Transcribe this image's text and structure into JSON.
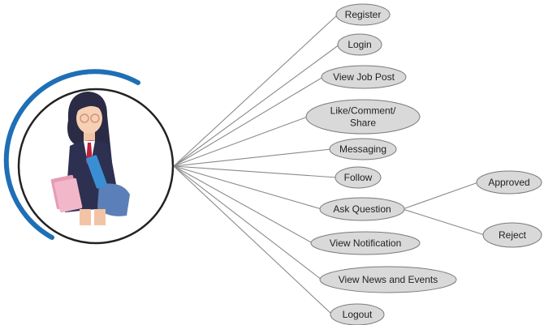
{
  "actor": {
    "figure": "student-girl-with-books-icon"
  },
  "use_cases": [
    {
      "id": "register",
      "lines": [
        "Register"
      ]
    },
    {
      "id": "login",
      "lines": [
        "Login"
      ]
    },
    {
      "id": "view-job-post",
      "lines": [
        "View Job Post"
      ]
    },
    {
      "id": "like-comment-share",
      "lines": [
        "Like/Comment/",
        "Share"
      ]
    },
    {
      "id": "messaging",
      "lines": [
        "Messaging"
      ]
    },
    {
      "id": "follow",
      "lines": [
        "Follow"
      ]
    },
    {
      "id": "ask-question",
      "lines": [
        "Ask Question"
      ]
    },
    {
      "id": "view-notification",
      "lines": [
        "View Notification"
      ]
    },
    {
      "id": "view-news-and-events",
      "lines": [
        "View  News and Events"
      ]
    },
    {
      "id": "logout",
      "lines": [
        "Logout"
      ]
    }
  ],
  "sub_use_cases": [
    {
      "id": "approved",
      "parent": "ask-question",
      "lines": [
        "Approved"
      ]
    },
    {
      "id": "reject",
      "parent": "ask-question",
      "lines": [
        "Reject"
      ]
    }
  ],
  "colors": {
    "ellipse_fill": "#d9d9d9",
    "ellipse_stroke": "#7a7a7a",
    "connector": "#8a8a8a",
    "actor_ring": "#1f6fb5",
    "actor_circle": "#222222"
  }
}
